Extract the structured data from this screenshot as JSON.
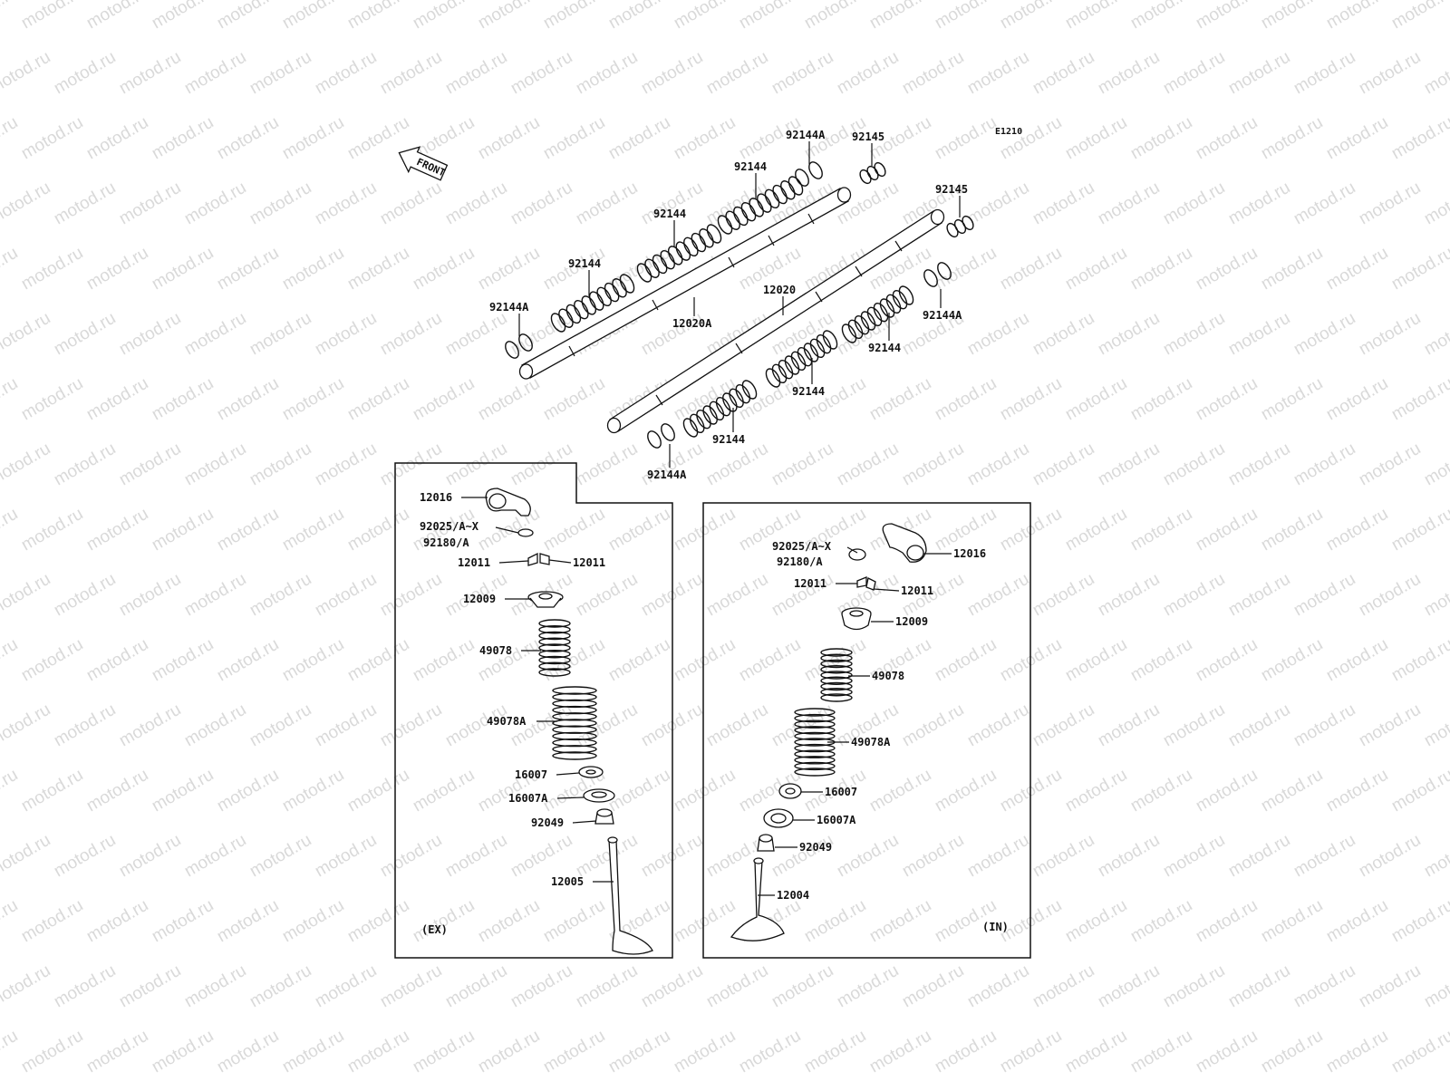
{
  "watermark": "motod.ru",
  "diagram_code": "E1210",
  "front_label": "FRONT",
  "shafts": [
    {
      "label": "12020A"
    },
    {
      "label": "12020"
    }
  ],
  "shaft_parts": [
    {
      "label": "92144A"
    },
    {
      "label": "92145"
    },
    {
      "label": "92144"
    },
    {
      "label": "92144"
    },
    {
      "label": "92144"
    },
    {
      "label": "92144A"
    },
    {
      "label": "92145"
    },
    {
      "label": "92144A"
    },
    {
      "label": "92144"
    },
    {
      "label": "92144"
    },
    {
      "label": "92144"
    },
    {
      "label": "92144A"
    }
  ],
  "ex_panel": {
    "tag": "(EX)",
    "labels": {
      "rocker": "12016",
      "adjuster": "92025/A~X",
      "adjuster2": "92180/A",
      "keeper_l": "12011",
      "keeper_r": "12011",
      "retainer": "12009",
      "spring_inner": "49078",
      "spring_outer": "49078A",
      "seat": "16007",
      "seat2": "16007A",
      "seal": "92049",
      "valve": "12005"
    }
  },
  "in_panel": {
    "tag": "(IN)",
    "labels": {
      "adjuster": "92025/A~X",
      "adjuster2": "92180/A",
      "rocker": "12016",
      "keeper_l": "12011",
      "keeper_r": "12011",
      "retainer": "12009",
      "spring_inner": "49078",
      "spring_outer": "49078A",
      "seat": "16007",
      "seat2": "16007A",
      "seal": "92049",
      "valve": "12004"
    }
  }
}
